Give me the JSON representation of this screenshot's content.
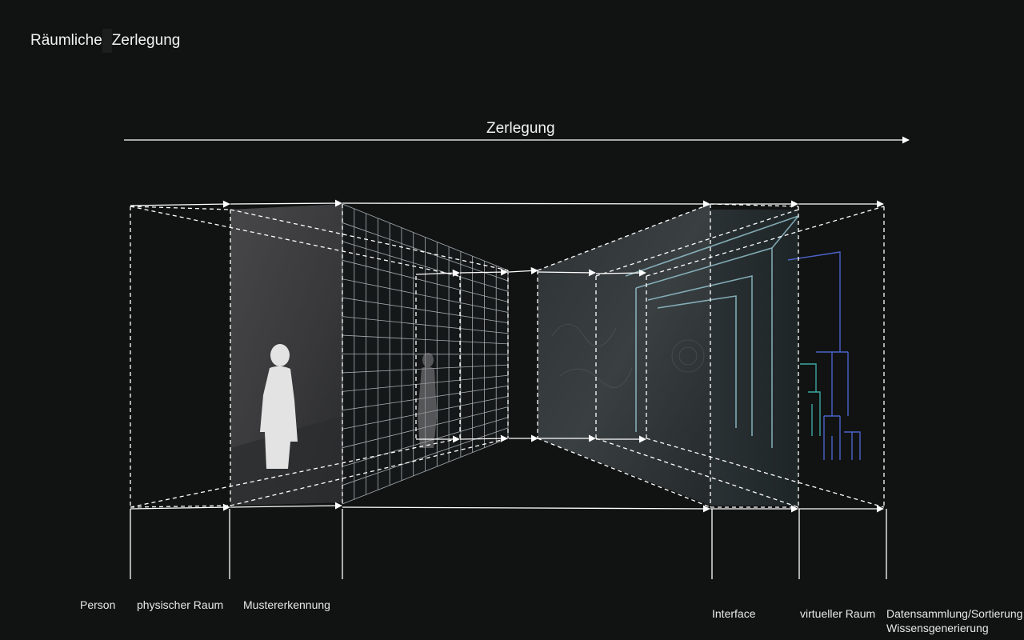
{
  "title": {
    "part1": "Räumliche",
    "part2": "Zerlegung"
  },
  "main_arrow": {
    "label": "Zerlegung"
  },
  "stages": [
    {
      "id": "person",
      "label": "Person"
    },
    {
      "id": "physischer-raum",
      "label": "physischer Raum"
    },
    {
      "id": "mustererkennung",
      "label": "Mustererkennung"
    },
    {
      "id": "interface",
      "label": "Interface"
    },
    {
      "id": "virtueller-raum",
      "label": "virtueller Raum"
    },
    {
      "id": "datensammlung",
      "label": "Datensammlung/Sortierung",
      "label2": "Wissensgenerierung"
    }
  ],
  "colors": {
    "background": "#111313",
    "line": "#ffffff",
    "grid": "#cfd6dc",
    "tree_blue": "#4a63c9",
    "tree_teal": "#3aa7a0"
  }
}
